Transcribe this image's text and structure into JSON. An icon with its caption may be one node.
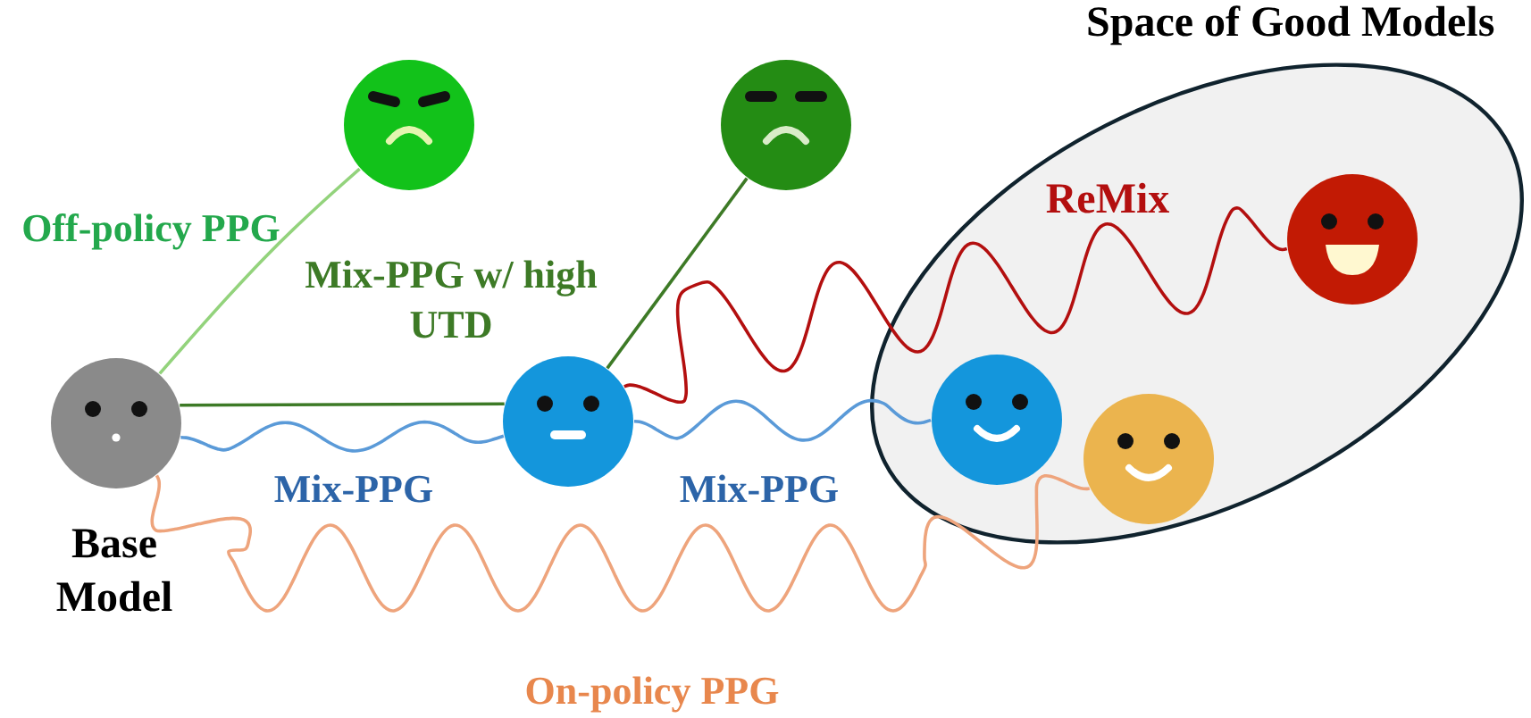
{
  "diagram": {
    "nodes": [
      {
        "text": [
          "Space of Good Models"
        ]
      },
      {
        "text": [],
        "shape": "circle",
        "beside": [
          "Base Model"
        ]
      },
      {
        "text": [],
        "shape": "circle"
      },
      {
        "text": [],
        "shape": "circle"
      },
      {
        "text": [],
        "shape": "circle"
      },
      {
        "text": [],
        "shape": "circle",
        "in": 0
      },
      {
        "text": [],
        "shape": "circle",
        "in": 0
      },
      {
        "text": [],
        "shape": "circle",
        "in": 0
      }
    ],
    "edges": [
      {
        "from": 1,
        "to": 2,
        "arrow": "none",
        "label": "Off-policy PPG",
        "color": "#93d37c"
      },
      {
        "from": 1,
        "to": 4,
        "arrow": "none",
        "color": "#3d7a26"
      },
      {
        "from": 4,
        "to": 3,
        "arrow": "none",
        "label": "Mix-PPG w/ high UTD",
        "color": "#3d7a26"
      },
      {
        "from": 1,
        "to": 4,
        "arrow": "none",
        "label": "Mix-PPG",
        "color": "#5a9ad8"
      },
      {
        "from": 4,
        "to": 5,
        "arrow": "none",
        "label": "Mix-PPG",
        "color": "#5a9ad8"
      },
      {
        "from": 4,
        "to": 6,
        "arrow": "none",
        "label": "ReMix",
        "color": "#b30f0f"
      },
      {
        "from": 1,
        "to": 7,
        "arrow": "none",
        "label": "On-policy PPG",
        "color": "#eea47c"
      }
    ]
  }
}
